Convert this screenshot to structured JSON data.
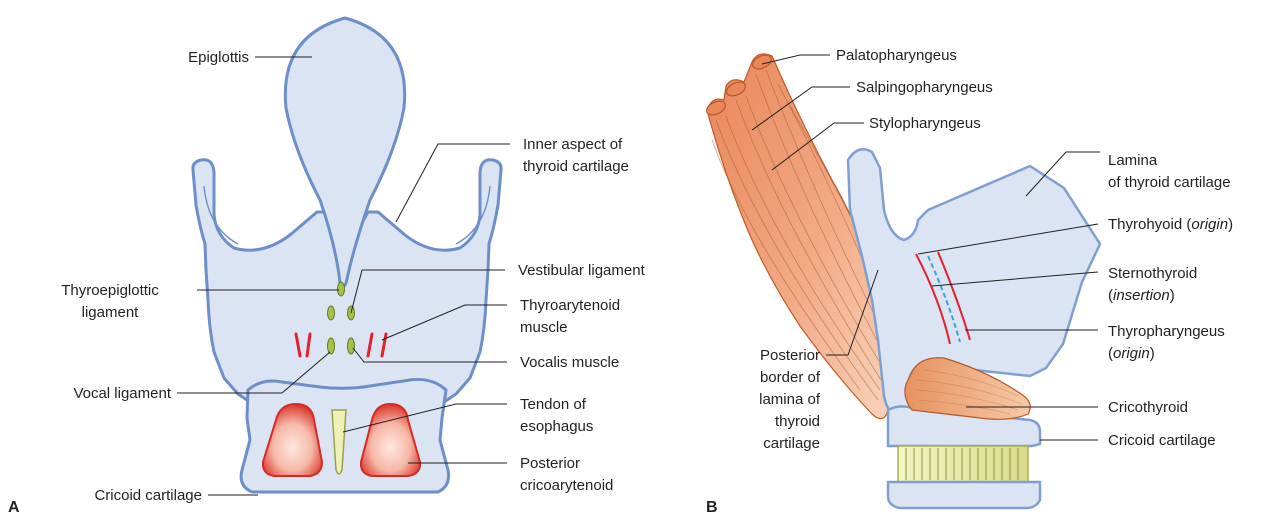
{
  "panels": {
    "a": "A",
    "b": "B"
  },
  "labels_a": {
    "epiglottis": "Epiglottis",
    "inner_aspect_1": "Inner aspect of",
    "inner_aspect_2": "thyroid cartilage",
    "vestibular": "Vestibular ligament",
    "thyroepiglottic_1": "Thyroepiglottic",
    "thyroepiglottic_2": "ligament",
    "thyroarytenoid_1": "Thyroarytenoid",
    "thyroarytenoid_2": "muscle",
    "vocalis": "Vocalis muscle",
    "vocal_ligament": "Vocal ligament",
    "tendon_1": "Tendon of",
    "tendon_2": "esophagus",
    "posterior_ca_1": "Posterior",
    "posterior_ca_2": "cricoarytenoid",
    "cricoid": "Cricoid cartilage"
  },
  "labels_b": {
    "palatopharyngeus": "Palatopharyngeus",
    "salpingopharyngeus": "Salpingopharyngeus",
    "stylopharyngeus": "Stylopharyngeus",
    "lamina_1": "Lamina",
    "lamina_2": "of thyroid cartilage",
    "thyrohyoid": "Thyrohyoid (",
    "thyrohyoid_it": "origin",
    "thyrohyoid_close": ")",
    "sternothyroid": "Sternothyroid",
    "sternothyroid_open": "(",
    "sternothyroid_it": "insertion",
    "sternothyroid_close": ")",
    "thyropharyngeus": "Thyropharyngeus",
    "thyropharyngeus_open": "(",
    "thyropharyngeus_it": "origin",
    "thyropharyngeus_close": ")",
    "posterior_border_1": "Posterior",
    "posterior_border_2": "border of",
    "posterior_border_3": "lamina of",
    "posterior_border_4": "thyroid",
    "posterior_border_5": "cartilage",
    "cricothyroid": "Cricothyroid",
    "cricoid": "Cricoid cartilage"
  },
  "colors": {
    "cartilage_fill": "#dbe4f3",
    "cartilage_outline": "#6d8fc9",
    "muscle": "#f0a47a",
    "muscle_red": "#e3202c",
    "ligament_green": "#a8c04a",
    "cricoarytenoid": "#e0453a",
    "tendon": "#eef0b8",
    "sternothyroid_line": "#3aa3d6"
  }
}
